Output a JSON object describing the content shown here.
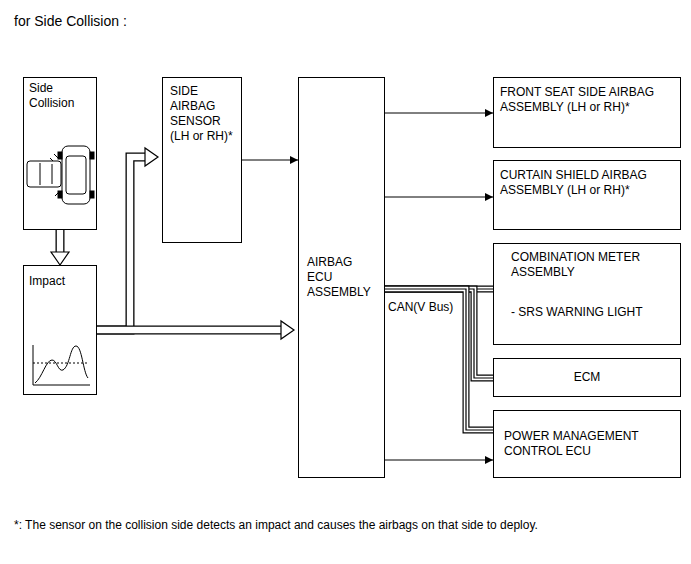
{
  "diagram": {
    "title": "for Side Collision :",
    "nodes": [
      {
        "text": [
          "Side Collision"
        ]
      },
      {
        "text": [
          "Impact"
        ]
      },
      {
        "text": [
          "SIDE AIRBAG SENSOR (LH or RH)*"
        ]
      },
      {
        "text": [
          "AIRBAG ECU ASSEMBLY"
        ]
      },
      {
        "text": [
          "FRONT SEAT SIDE AIRBAG ASSEMBLY (LH or RH)*"
        ]
      },
      {
        "text": [
          "CURTAIN SHIELD AIRBAG ASSEMBLY (LH or RH)*"
        ]
      },
      {
        "text": [
          "COMBINATION METER ASSEMBLY",
          "- SRS WARNING LIGHT"
        ]
      },
      {
        "text": [
          "ECM"
        ]
      },
      {
        "text": [
          "POWER MANAGEMENT CONTROL ECU"
        ]
      }
    ],
    "edges": [
      {
        "from": 0,
        "to": 1,
        "arrow": "to"
      },
      {
        "from": 1,
        "to": 2,
        "arrow": "to"
      },
      {
        "from": 1,
        "to": 3,
        "arrow": "to"
      },
      {
        "from": 2,
        "to": 3,
        "arrow": "to"
      },
      {
        "from": 3,
        "to": 4,
        "arrow": "to"
      },
      {
        "from": 3,
        "to": 5,
        "arrow": "to"
      },
      {
        "from": 3,
        "to": 6,
        "arrow": "none",
        "label": "CAN(V Bus)"
      },
      {
        "from": 3,
        "to": 7,
        "arrow": "none"
      },
      {
        "from": 3,
        "to": 8,
        "arrow": "none"
      },
      {
        "from": 3,
        "to": 8,
        "arrow": "to"
      }
    ],
    "labels": [
      "*: The sensor on the collision side detects an impact and causes the airbags on that side to deploy."
    ]
  }
}
